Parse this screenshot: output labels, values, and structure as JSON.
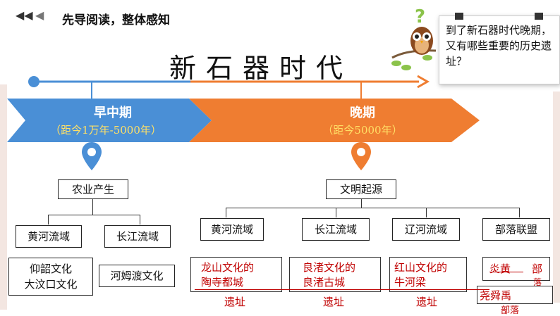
{
  "header": {
    "title": "先导阅读，整体感知"
  },
  "era_title": "新石器时代",
  "question": "到了新石器时代晚期，又有哪些重要的历史遗址？",
  "colors": {
    "early": "#4a8fd6",
    "late": "#ef7d31",
    "red_text": "#c00000"
  },
  "stages": {
    "early": {
      "label": "早中期",
      "sub": "（距今1万年-5000年）"
    },
    "late": {
      "label": "晚期",
      "sub": "（距今5000年）"
    }
  },
  "early_branch": {
    "root": "农业产生",
    "regions": [
      {
        "label": "黄河流域",
        "site": [
          "仰韶文化",
          "大汶口文化"
        ]
      },
      {
        "label": "长江流域",
        "site": [
          "河姆渡文化"
        ]
      }
    ]
  },
  "late_branch": {
    "root": "文明起源",
    "regions": [
      {
        "label": "黄河流域",
        "site": [
          "龙山文化的",
          "陶寺都城",
          "遗址"
        ]
      },
      {
        "label": "长江流域",
        "site": [
          "良渚文化的",
          "良渚古城",
          "遗址"
        ]
      },
      {
        "label": "辽河流域",
        "site": [
          "红山文化的",
          "牛河梁",
          "遗址"
        ]
      },
      {
        "label": "部落联盟",
        "site": [
          "炎黄",
          "部",
          "落",
          "尧舜禹",
          "部落"
        ]
      }
    ]
  }
}
